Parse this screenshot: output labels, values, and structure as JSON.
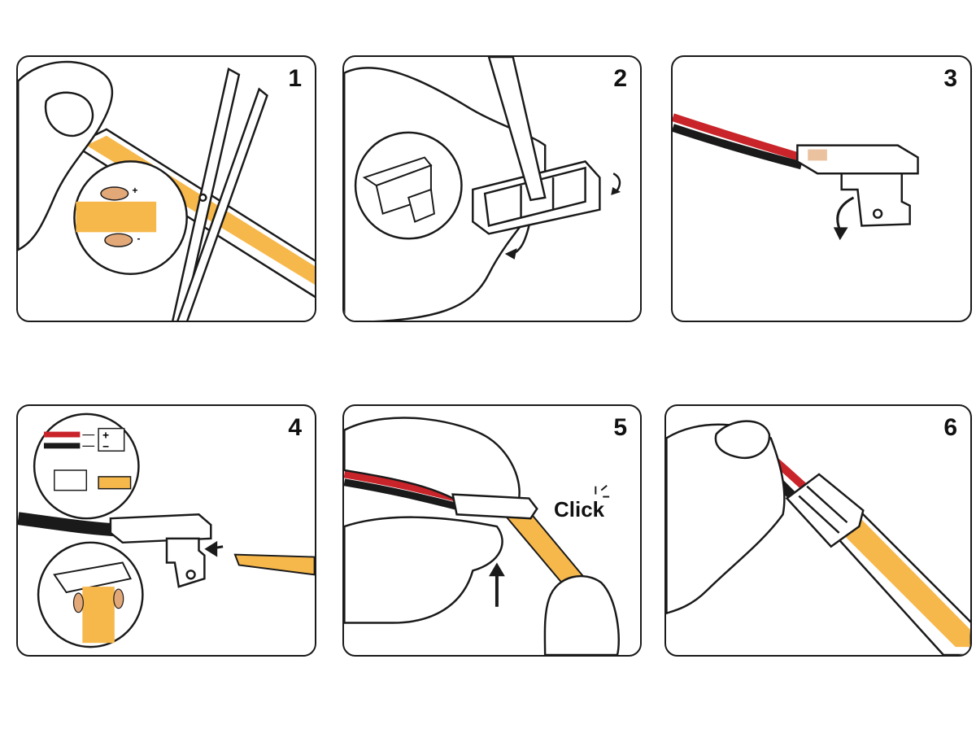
{
  "steps": [
    {
      "number": "1"
    },
    {
      "number": "2"
    },
    {
      "number": "3"
    },
    {
      "number": "4"
    },
    {
      "number": "5"
    },
    {
      "number": "6"
    }
  ],
  "labels": {
    "click": "Click",
    "plus": "+",
    "minus": "−",
    "pad_plus": "+",
    "pad_minus": "-"
  },
  "colors": {
    "strip": "#f7b84b",
    "strip_edge": "#ffffff",
    "wire_red": "#c8242a",
    "wire_black": "#1a1a1a",
    "pad": "#e2a878",
    "outline": "#1a1a1a"
  },
  "icons": [
    "scissors-icon",
    "hand-icon",
    "connector-icon",
    "arrow-icon",
    "click-burst-icon",
    "magnifier-inset-icon"
  ]
}
